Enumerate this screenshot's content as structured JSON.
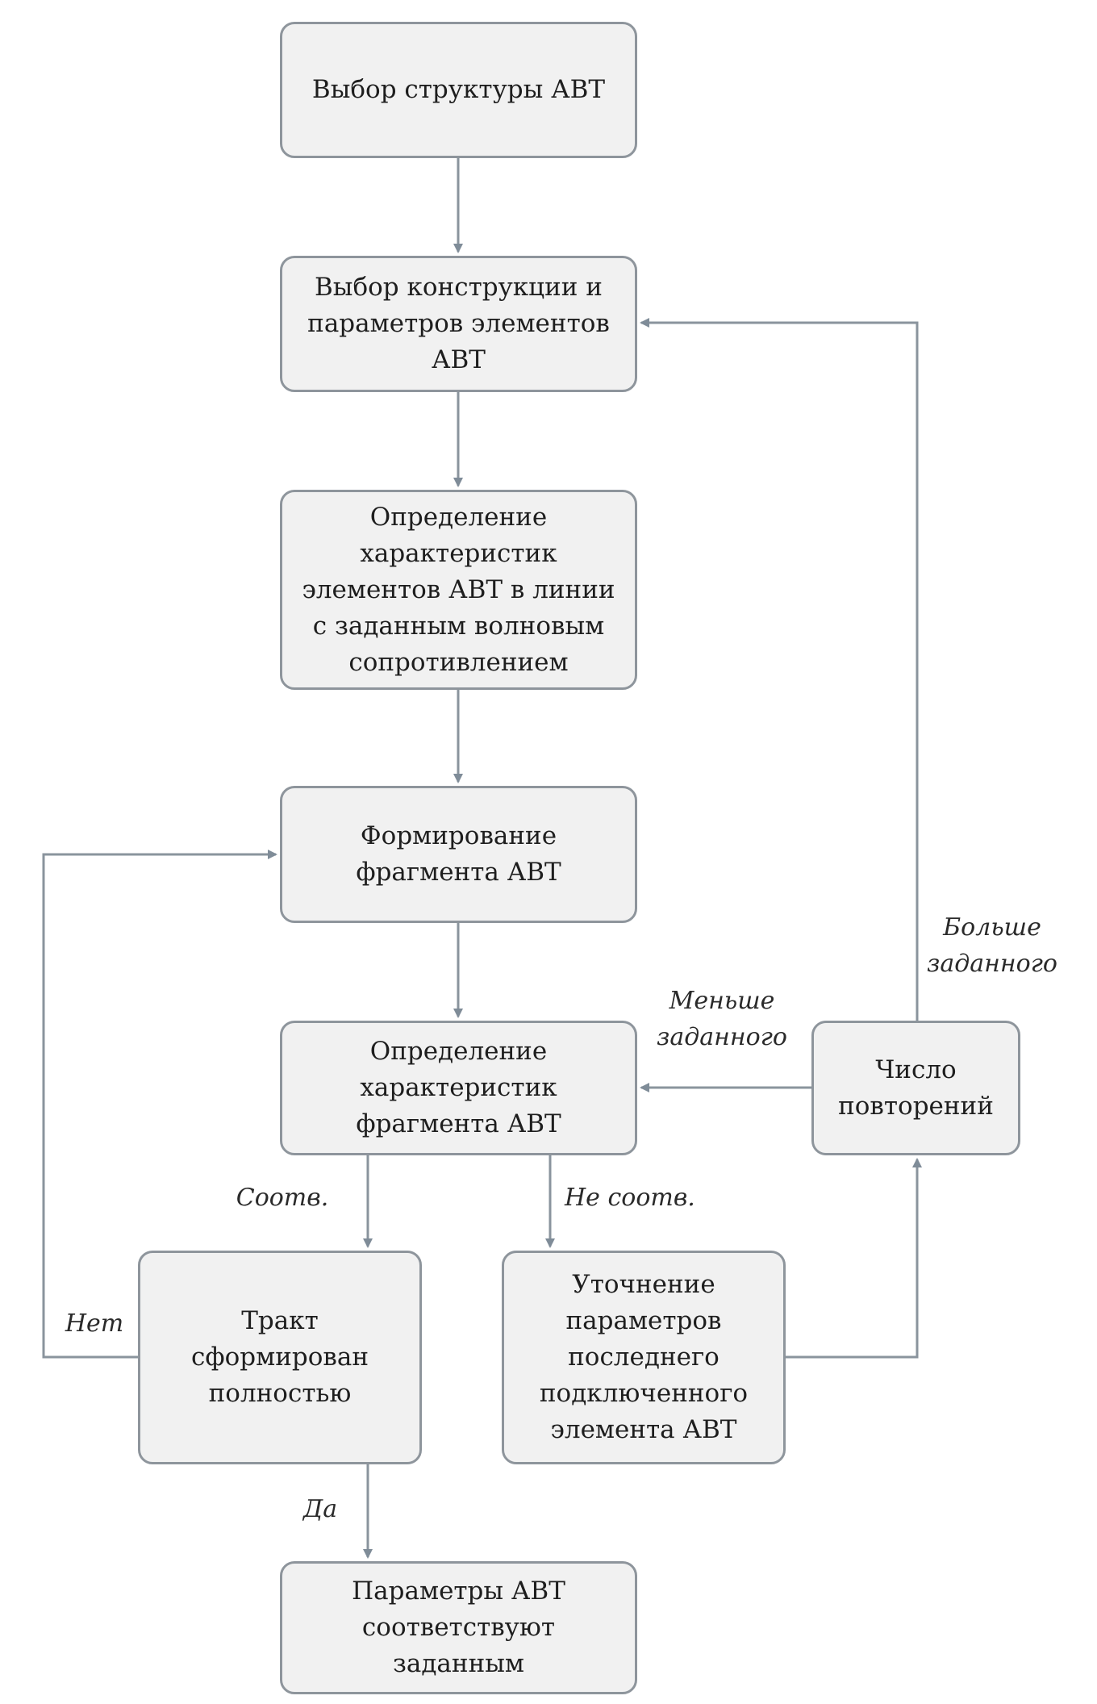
{
  "nodes": {
    "structure_choice": "Выбор структуры АВТ",
    "design_choice": "Выбор конструкции и\nпараметров элементов\nАВТ",
    "element_characteristics": "Определение\nхарактеристик\nэлементов АВТ в линии\nс заданным волновым\nсопротивлением",
    "fragment_forming": "Формирование\nфрагмента АВТ",
    "fragment_characteristics": "Определение\nхарактеристик\nфрагмента АВТ",
    "repeat_count": "Число\nповторений",
    "path_complete": "Тракт\nсформирован\nполностью",
    "refine_params": "Уточнение\nпараметров\nпоследнего\nподключенного\nэлемента АВТ",
    "result": "Параметры АВТ\nсоответствуют\nзаданным"
  },
  "edge_labels": {
    "matches": "Соотв.",
    "not_matches": "Не соотв.",
    "no": "Нет",
    "yes": "Да",
    "less_than_set": "Меньше\nзаданного",
    "more_than_set": "Больше\nзаданного"
  },
  "colors": {
    "box_fill": "#f1f1f1",
    "box_border": "#8e959c",
    "connector": "#7f8c98"
  }
}
